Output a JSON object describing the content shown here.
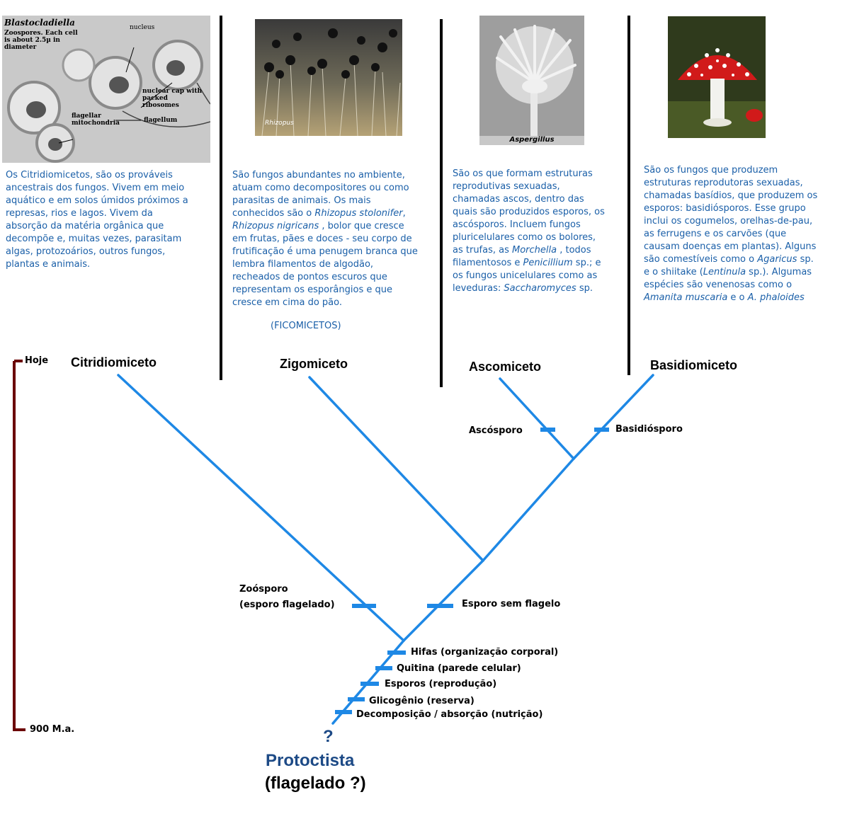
{
  "photos": {
    "citridiomiceto": {
      "title": "Blastocladiella",
      "caption": "Zoospores. Each cell is about 2.5µ in diameter",
      "labels": [
        "nucleus",
        "nuclear cap with packed ribosomes",
        "flagellar mitochondria",
        "flagellum"
      ]
    },
    "zigomiceto": {
      "caption": "Rhizopus"
    },
    "ascomiceto": {
      "caption": "Aspergillus"
    }
  },
  "descriptions": {
    "citridiomiceto": [
      "Os Citridiomicetos, são os prováveis",
      "ancestrais dos fungos. Vivem em meio",
      "aquático e em solos úmidos próximos a",
      "represas, rios e lagos. Vivem da",
      "absorção da matéria orgânica que",
      "decompõe e, muitas vezes, parasitam",
      "algas, protozoários, outros fungos,",
      "plantas e animais."
    ],
    "zigomiceto": {
      "l1": "São fungos abundantes no ambiente,",
      "l2": "atuam como decompositores ou como",
      "l3": "parasitas de animais. Os mais",
      "l4a": "conhecidos são o ",
      "l4b": "Rhizopus stolonifer",
      "l4c": ",",
      "l5a": "Rhizopus nigricans",
      "l5b": " , bolor que cresce",
      "l6": "em frutas, pães e doces - seu corpo de",
      "l7": "frutificação é uma penugem branca que",
      "l8": "lembra filamentos de algodão,",
      "l9": "recheados de pontos escuros que",
      "l10": "representam os esporângios e que",
      "l11": "cresce em cima do pão."
    },
    "ficomicetos": "(FICOMICETOS)",
    "ascomiceto": {
      "l1": "São os que formam estruturas",
      "l2": "reprodutivas sexuadas,",
      "l3": "chamadas ascos, dentro das",
      "l4": "quais são produzidos esporos, os",
      "l5": "ascósporos. Incluem fungos",
      "l6": "pluricelulares como os bolores,",
      "l7a": "as trufas, as  ",
      "l7b": "Morchella",
      "l7c": " , todos",
      "l8a": "filamentosos e ",
      "l8b": "Penicillium",
      "l8c": " sp.; e",
      "l9": "os fungos unicelulares como as",
      "l10a": "leveduras: ",
      "l10b": "Saccharomyces",
      "l10c": "  sp."
    },
    "basidiomiceto": {
      "l1": "São os fungos que produzem",
      "l2": "estruturas reprodutoras sexuadas,",
      "l3": "chamadas basídios, que produzem os",
      "l4": "esporos: basidiósporos. Esse grupo",
      "l5": "inclui os cogumelos, orelhas-de-pau,",
      "l6": "as ferrugens e os carvões (que",
      "l7": "causam doenças em plantas). Alguns",
      "l8a": "são comestíveis como o ",
      "l8b": "Agaricus",
      "l8c": " sp.",
      "l9a": "e o shiitake (",
      "l9b": "Lentinula",
      "l9c": " sp.). Algumas",
      "l10": "espécies são venenosas como o",
      "l11a": "Amanita muscaria",
      "l11b": "  e  o  ",
      "l11c": "A. phaloides"
    }
  },
  "groups": {
    "citridiomiceto": "Citridiomiceto",
    "zigomiceto": "Zigomiceto",
    "ascomiceto": "Ascomiceto",
    "basidiomiceto": "Basidiomiceto"
  },
  "traits": {
    "ascosporo": "Ascósporo",
    "basidiosporo": "Basidiósporo",
    "zoosporo_1": "Zoósporo",
    "zoosporo_2": "(esporo flagelado)",
    "sem_flagelo": "Esporo sem flagelo",
    "hifas": "Hifas (organização corporal)",
    "quitina": "Quitina (parede celular)",
    "esporos": "Esporos (reprodução)",
    "glicogenio": "Glicogênio (reserva)",
    "decomposicao": "Decomposição / absorção (nutrição)"
  },
  "scale": {
    "top": "Hoje",
    "bottom": "900 M.a."
  },
  "root": {
    "question": "?",
    "name": "Protoctista",
    "note": "(flagelado ?)"
  },
  "colors": {
    "branch": "#1e88e5",
    "text_blue": "#1a5fa8",
    "scale": "#6b0000",
    "root_blue": "#1d4a86"
  }
}
